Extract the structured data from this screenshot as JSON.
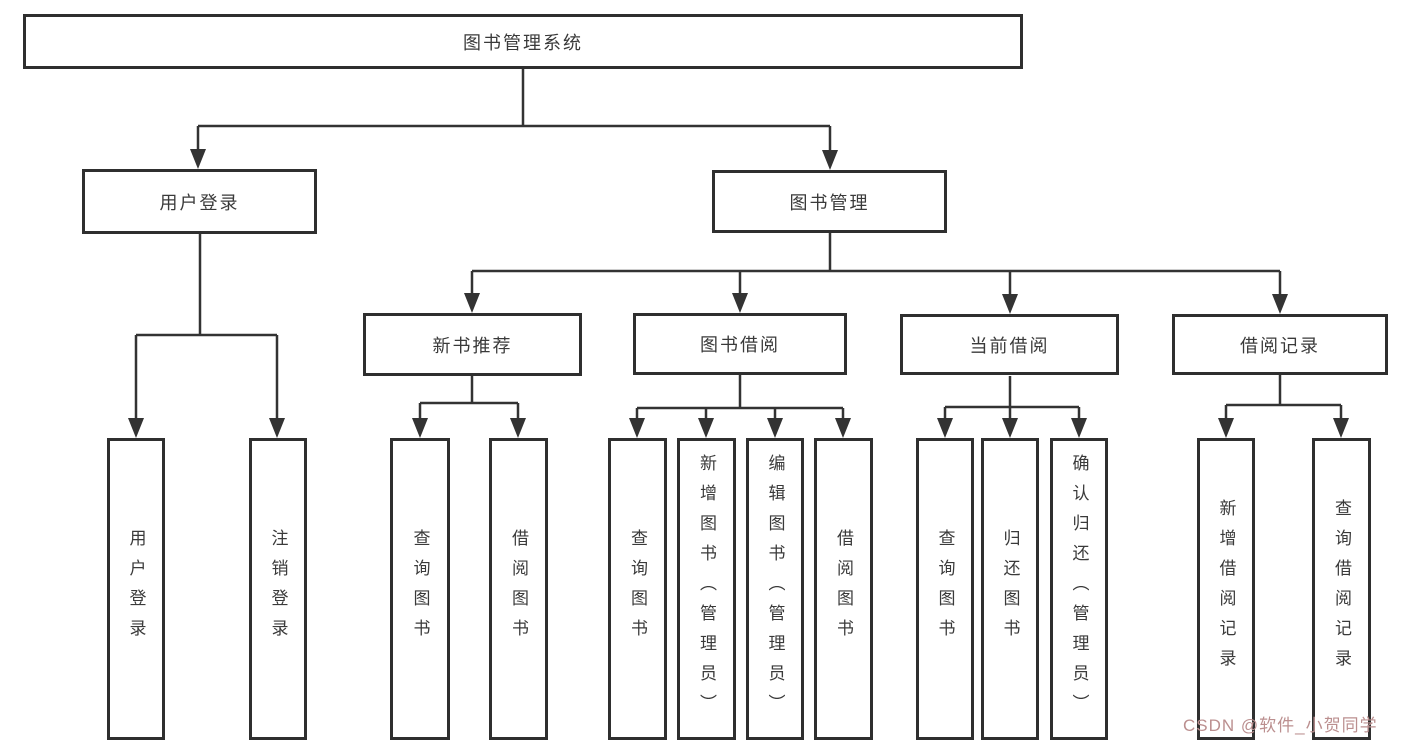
{
  "tree": {
    "root": {
      "label": "图书管理系统"
    },
    "children": [
      {
        "label": "用户登录",
        "children": [
          {
            "label": "用户登录"
          },
          {
            "label": "注销登录"
          }
        ]
      },
      {
        "label": "图书管理",
        "children": [
          {
            "label": "新书推荐",
            "children": [
              {
                "label": "查询图书"
              },
              {
                "label": "借阅图书"
              }
            ]
          },
          {
            "label": "图书借阅",
            "children": [
              {
                "label": "查询图书"
              },
              {
                "label": "新增图书（管理员）"
              },
              {
                "label": "编辑图书（管理员）"
              },
              {
                "label": "借阅图书"
              }
            ]
          },
          {
            "label": "当前借阅",
            "children": [
              {
                "label": "查询图书"
              },
              {
                "label": "归还图书"
              },
              {
                "label": "确认归还（管理员）"
              }
            ]
          },
          {
            "label": "借阅记录",
            "children": [
              {
                "label": "新增借阅记录"
              },
              {
                "label": "查询借阅记录"
              }
            ]
          }
        ]
      }
    ]
  },
  "watermark": {
    "text": "CSDN @软件_小贺同学",
    "color": "#bb8f8f"
  },
  "colors": {
    "line": "#333333",
    "box_border": "#2f2f2f",
    "text": "#3a3a3a",
    "background": "#ffffff"
  }
}
